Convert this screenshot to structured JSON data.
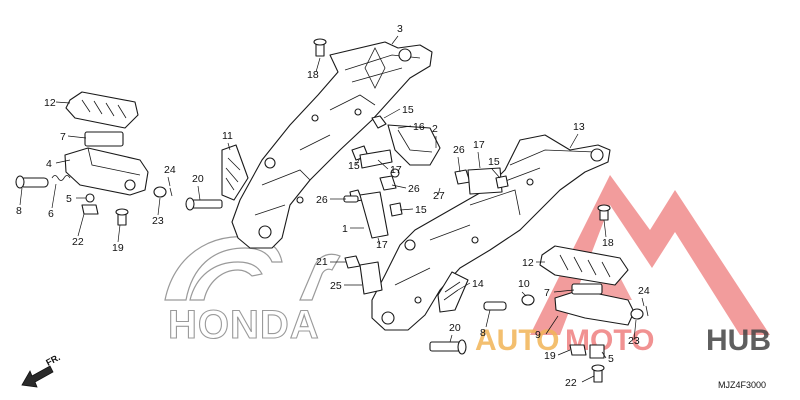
{
  "diagram": {
    "brand_ghost": "HONDA",
    "diagram_code": "MJZ4F3000",
    "front_arrow": "FR.",
    "watermark": {
      "left": "AUTO",
      "middle": "MOTO",
      "right": "HUB",
      "color_red": "#e84a4a",
      "color_gold": "#f2b457",
      "color_dark": "#444444"
    },
    "callouts": [
      {
        "id": "3",
        "label": "3"
      },
      {
        "id": "18a",
        "label": "18"
      },
      {
        "id": "12a",
        "label": "12"
      },
      {
        "id": "7a",
        "label": "7"
      },
      {
        "id": "15a",
        "label": "15"
      },
      {
        "id": "16",
        "label": "16"
      },
      {
        "id": "2",
        "label": "2"
      },
      {
        "id": "11",
        "label": "11"
      },
      {
        "id": "13",
        "label": "13"
      },
      {
        "id": "4",
        "label": "4"
      },
      {
        "id": "24a",
        "label": "24"
      },
      {
        "id": "26a",
        "label": "26"
      },
      {
        "id": "17a",
        "label": "17"
      },
      {
        "id": "15b",
        "label": "15"
      },
      {
        "id": "17b",
        "label": "17"
      },
      {
        "id": "15c",
        "label": "15"
      },
      {
        "id": "20a",
        "label": "20"
      },
      {
        "id": "27",
        "label": "27"
      },
      {
        "id": "26b",
        "label": "26"
      },
      {
        "id": "8a",
        "label": "8"
      },
      {
        "id": "6",
        "label": "6"
      },
      {
        "id": "5a",
        "label": "5"
      },
      {
        "id": "23a",
        "label": "23"
      },
      {
        "id": "26c",
        "label": "26"
      },
      {
        "id": "15d",
        "label": "15"
      },
      {
        "id": "18b",
        "label": "18"
      },
      {
        "id": "22a",
        "label": "22"
      },
      {
        "id": "19a",
        "label": "19"
      },
      {
        "id": "1",
        "label": "1"
      },
      {
        "id": "17c",
        "label": "17"
      },
      {
        "id": "21",
        "label": "21"
      },
      {
        "id": "12b",
        "label": "12"
      },
      {
        "id": "14",
        "label": "14"
      },
      {
        "id": "10",
        "label": "10"
      },
      {
        "id": "25",
        "label": "25"
      },
      {
        "id": "7b",
        "label": "7"
      },
      {
        "id": "24b",
        "label": "24"
      },
      {
        "id": "8b",
        "label": "8"
      },
      {
        "id": "9",
        "label": "9"
      },
      {
        "id": "23b",
        "label": "23"
      },
      {
        "id": "20b",
        "label": "20"
      },
      {
        "id": "19b",
        "label": "19"
      },
      {
        "id": "5b",
        "label": "5"
      },
      {
        "id": "22b",
        "label": "22"
      }
    ]
  }
}
